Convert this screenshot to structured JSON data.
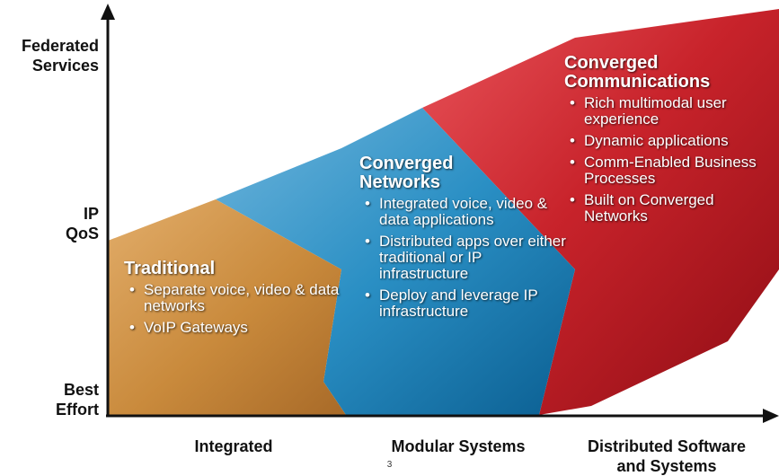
{
  "y_axis": {
    "levels": [
      "Federated\nServices",
      "IP\nQoS",
      "Best\nEffort"
    ]
  },
  "x_axis": {
    "levels": [
      "Integrated",
      "Modular Systems",
      "Distributed Software\nand Systems"
    ]
  },
  "stages": [
    {
      "title": "Traditional",
      "bullets": [
        "Separate voice, video & data networks",
        "VoIP Gateways"
      ],
      "color": "#c98a3c"
    },
    {
      "title": "Converged\nNetworks",
      "bullets": [
        "Integrated voice, video & data applications",
        "Distributed apps over either traditional or IP infrastructure",
        "Deploy and leverage IP infrastructure"
      ],
      "color": "#1e84b8"
    },
    {
      "title": "Converged\nCommunications",
      "bullets": [
        "Rich multimodal user experience",
        "Dynamic applications",
        "Comm-Enabled Business Processes",
        "Built on Converged Networks"
      ],
      "color": "#c0141c"
    }
  ],
  "bullet_glyph": "•",
  "page_number": "3"
}
